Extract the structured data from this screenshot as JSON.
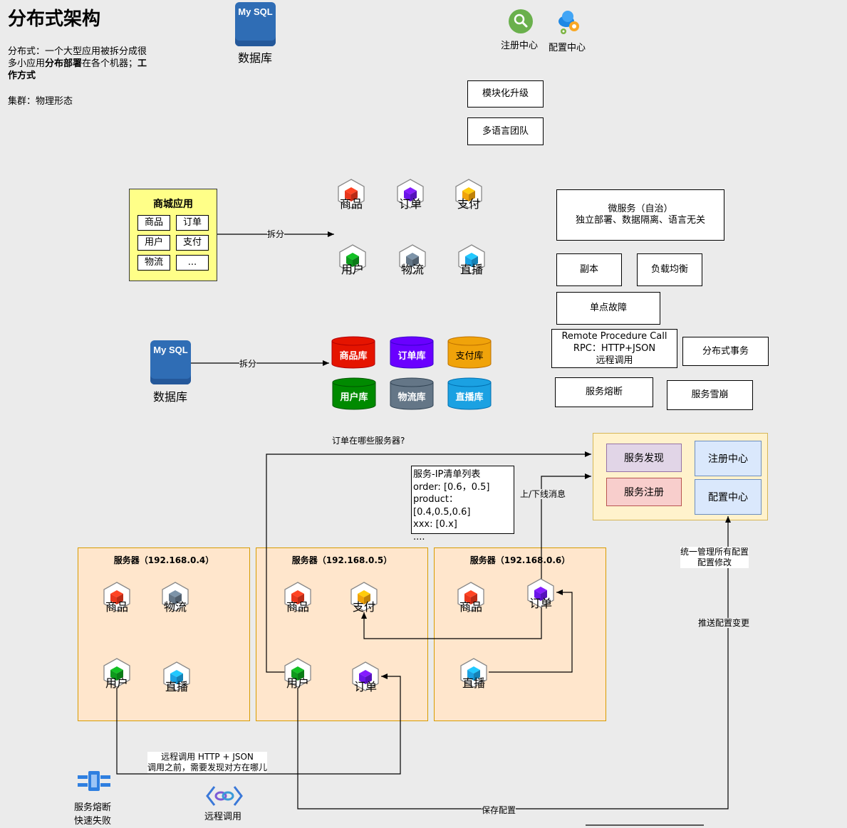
{
  "header": {
    "title": "分布式架构",
    "desc_line1": "分布式：一个大型应用被拆分成很",
    "desc_line2_pre": "多小应用",
    "desc_line2_bold": "分布部署",
    "desc_line2_mid": "在各个机器；",
    "desc_line2_bold2": "工",
    "desc_line3_bold": "作方式",
    "cluster": "集群：物理形态"
  },
  "top_icons": {
    "mysql_text": "My SQL",
    "db_label": "数据库",
    "registry_label": "注册中心",
    "config_label": "配置中心"
  },
  "boxes": {
    "modular": "模块化升级",
    "multi_lang": "多语言团队",
    "microservice_l1": "微服务（自治）",
    "microservice_l2": "独立部署、数据隔离、语言无关",
    "replica": "副本",
    "load_balance": "负载均衡",
    "spof": "单点故障",
    "rpc_l1": "Remote Procedure Call",
    "rpc_l2": "RPC：HTTP+JSON",
    "rpc_l3": "远程调用",
    "dist_tx": "分布式事务",
    "circuit_breaker": "服务熔断",
    "avalanche": "服务雪崩"
  },
  "mall": {
    "title": "商城应用",
    "cells": [
      "商品",
      "订单",
      "用户",
      "支付",
      "物流",
      "..."
    ]
  },
  "split_label": "拆分",
  "split_services": [
    "商品",
    "订单",
    "支付",
    "用户",
    "物流",
    "直播"
  ],
  "db_split": {
    "mysql_text": "My SQL",
    "db_label": "数据库",
    "split_label": "拆分",
    "dbs": [
      "商品库",
      "订单库",
      "支付库",
      "用户库",
      "物流库",
      "直播库"
    ]
  },
  "registry": {
    "discovery": "服务发现",
    "register": "服务注册",
    "center": "注册中心",
    "config": "配置中心"
  },
  "ip_list": {
    "title": "服务-IP清单列表",
    "line1": "order: [0.6，0.5]",
    "line2": "product：[0.4,0.5,0.6]",
    "line3": "xxx: [0.x]",
    "line4": "...."
  },
  "labels": {
    "which_server": "订单在哪些服务器?",
    "online_offline": "上/下线消息",
    "unified_config_1": "统一管理所有配置",
    "unified_config_2": "配置修改",
    "push_config": "推送配置变更",
    "save_config": "保存配置",
    "remote_call_1": "远程调用  HTTP + JSON",
    "remote_call_2": "调用之前，需要发现对方在哪儿"
  },
  "servers": [
    {
      "title": "服务器（192.168.0.4）",
      "services": [
        "商品",
        "物流",
        "用户",
        "直播"
      ]
    },
    {
      "title": "服务器（192.168.0.5）",
      "services": [
        "商品",
        "支付",
        "用户",
        "订单"
      ]
    },
    {
      "title": "服务器（192.168.0.6）",
      "services": [
        "商品",
        "订单",
        "直播"
      ]
    }
  ],
  "bottom_icons": {
    "breaker_l1": "服务熔断",
    "breaker_l2": "快速失败",
    "remote": "远程调用"
  },
  "colors": {
    "product": "#e8361c",
    "order": "#6a16e8",
    "pay": "#f0a30a",
    "user": "#0e9a1d",
    "logistics": "#647687",
    "live": "#1ba1e2",
    "server_fill": "#ffe6cc",
    "registry_fill": "#fff2cc"
  }
}
